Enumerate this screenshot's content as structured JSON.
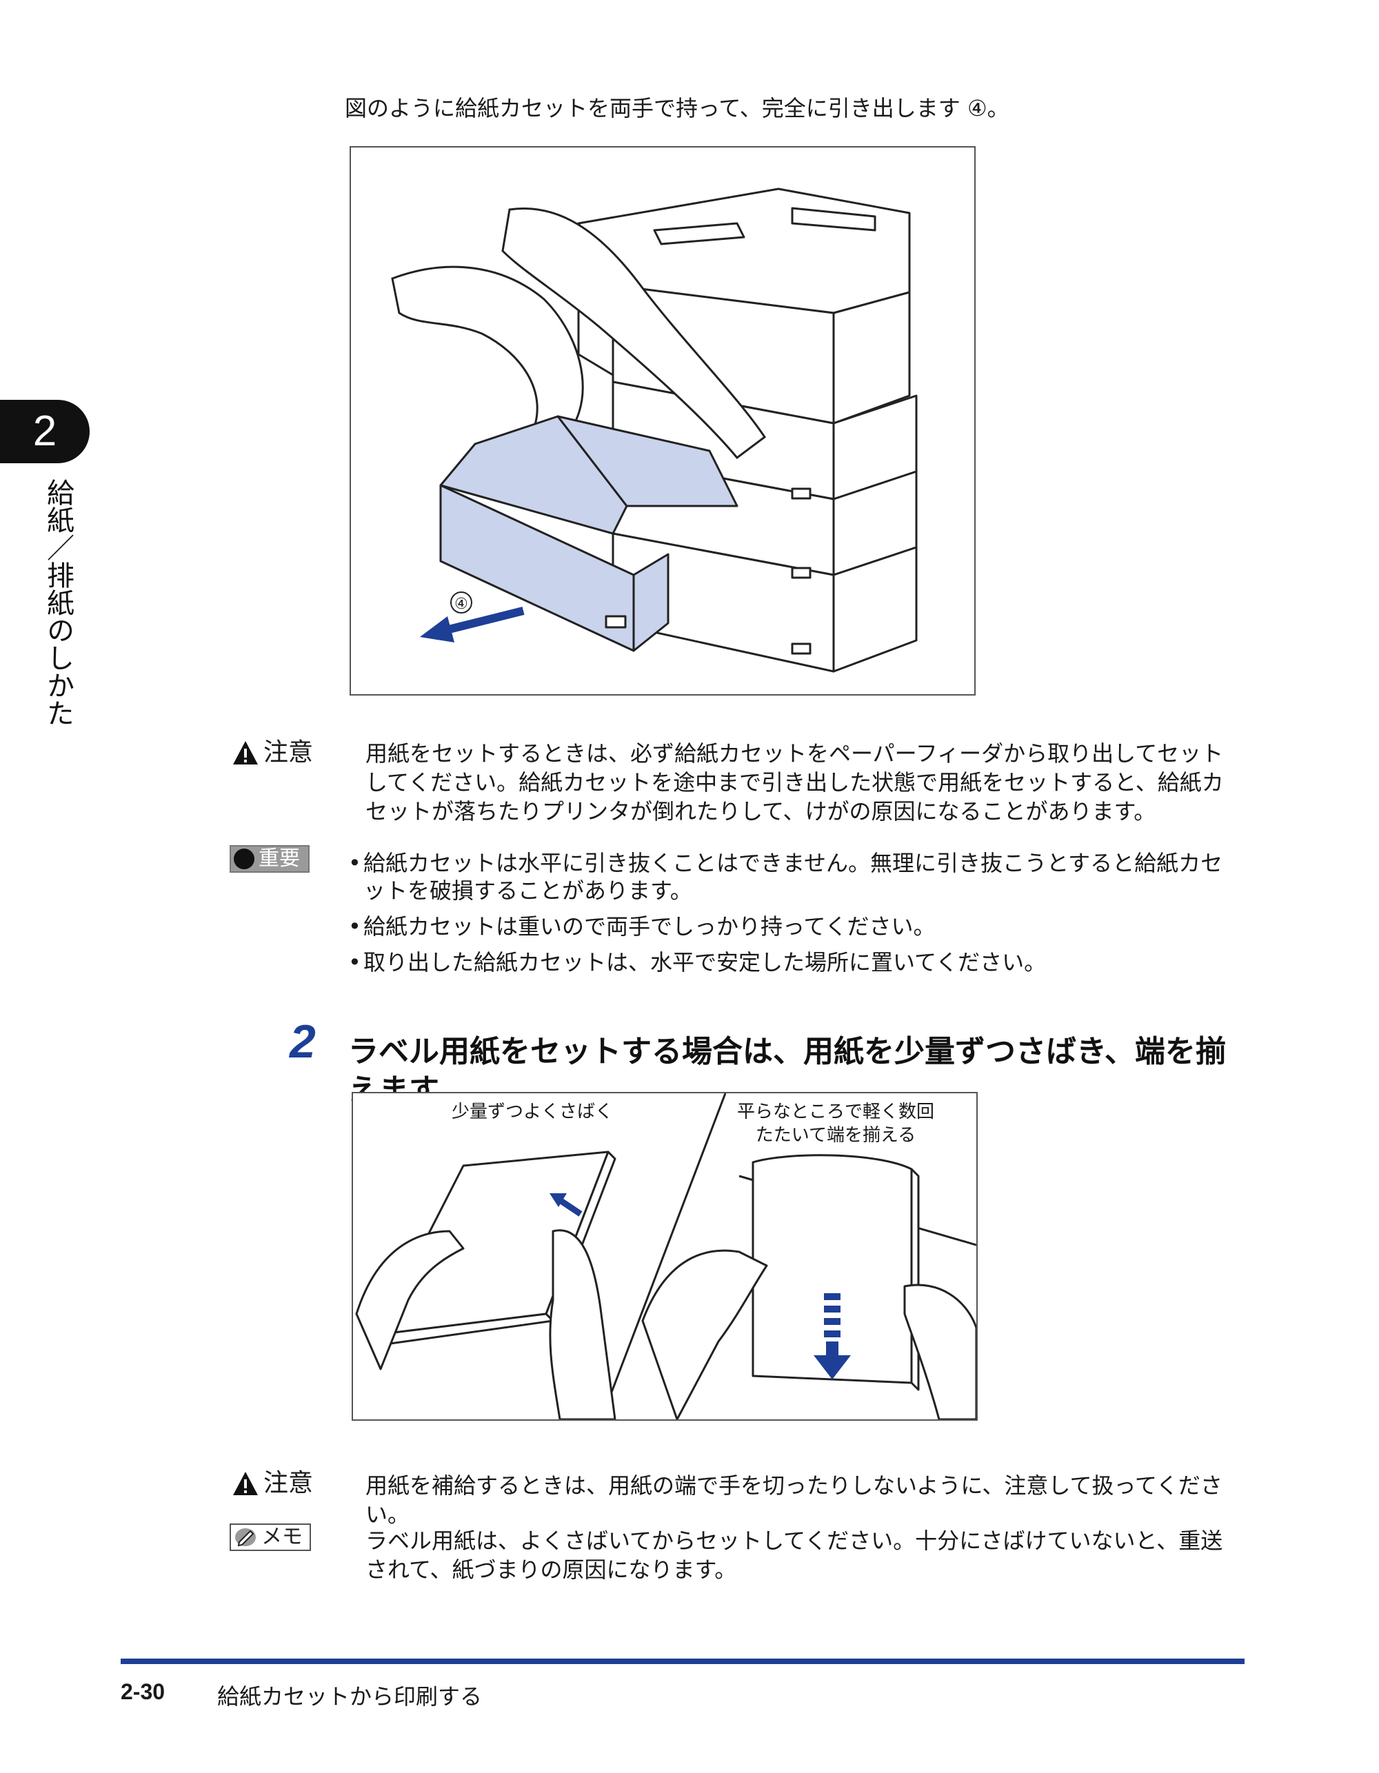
{
  "chapter": {
    "number": "2",
    "title": "給紙／排紙のしかた"
  },
  "intro_text": "図のように給紙カセットを両手で持って、完全に引き出します ④。",
  "figure1": {
    "step_marker": "④"
  },
  "caution1": {
    "label": "注意",
    "text": "用紙をセットするときは、必ず給紙カセットをペーパーフィーダから取り出してセットしてください。給紙カセットを途中まで引き出した状態で用紙をセットすると、給紙カセットが落ちたりプリンタが倒れたりして、けがの原因になることがあります。"
  },
  "important": {
    "label": "重要",
    "items": [
      "給紙カセットは水平に引き抜くことはできません。無理に引き抜こうとすると給紙カセットを破損することがあります。",
      "給紙カセットは重いので両手でしっかり持ってください。",
      "取り出した給紙カセットは、水平で安定した場所に置いてください。"
    ]
  },
  "step2": {
    "number": "2",
    "text": "ラベル用紙をセットする場合は、用紙を少量ずつさばき、端を揃えます。"
  },
  "figure2": {
    "left_caption": "少量ずつよくさばく",
    "right_caption_line1": "平らなところで軽く数回",
    "right_caption_line2": "たたいて端を揃える"
  },
  "caution2": {
    "label": "注意",
    "text": "用紙を補給するときは、用紙の端で手を切ったりしないように、注意して扱ってください。"
  },
  "memo": {
    "label": "メモ",
    "text": "ラベル用紙は、よくさばいてからセットしてください。十分にさばけていないと、重送されて、紙づまりの原因になります。"
  },
  "footer": {
    "page_number": "2-30",
    "section_title": "給紙カセットから印刷する"
  },
  "colors": {
    "accent": "#1e3f96",
    "tray_fill": "#c9d3ec",
    "arrow": "#1e3f96"
  }
}
